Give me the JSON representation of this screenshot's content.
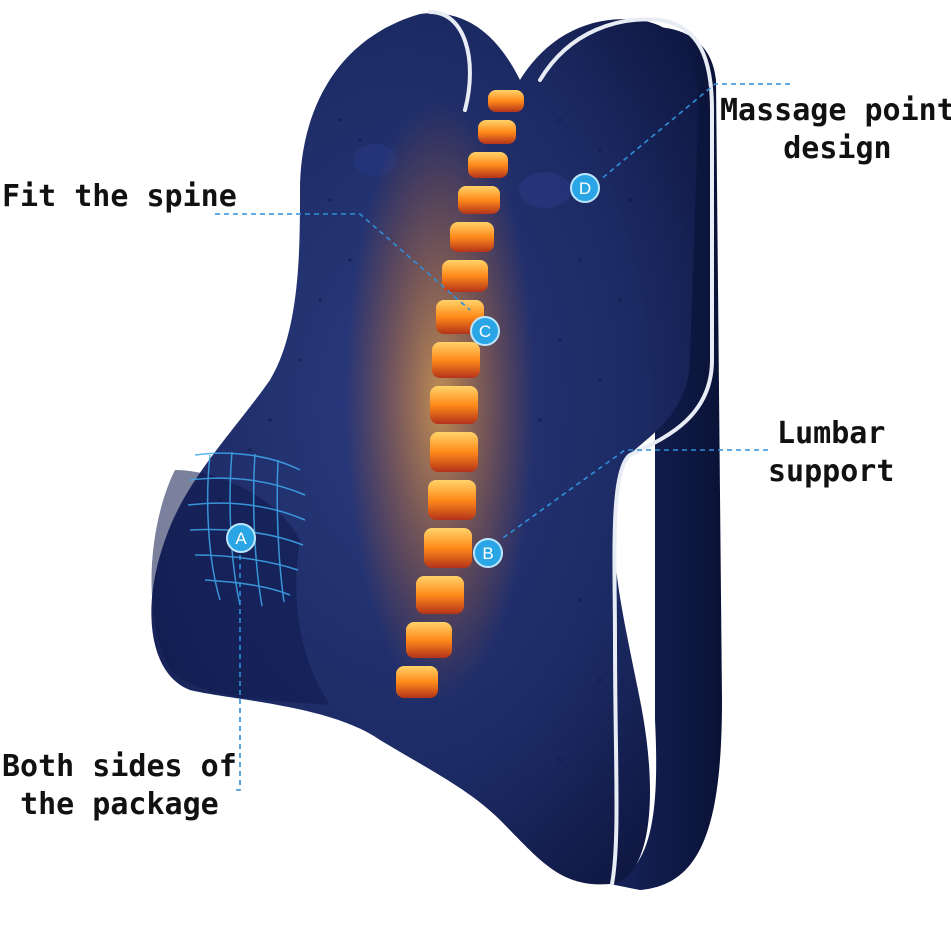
{
  "labels": {
    "fit_spine": "Fit the spine",
    "massage_line1": "Massage point",
    "massage_line2": "design",
    "lumbar_line1": "Lumbar",
    "lumbar_line2": "support",
    "sides_line1": "Both sides of",
    "sides_line2": "the package"
  },
  "markers": {
    "a": "A",
    "b": "B",
    "c": "C",
    "d": "D"
  },
  "colors": {
    "cushion": "#1c2a63",
    "cushion_shadow": "#0d1640",
    "piping": "#e8ecf4",
    "badge": "#2aa6e6",
    "callout_line": "#2f8fd8",
    "spine_glow": "#ff9a1f"
  }
}
